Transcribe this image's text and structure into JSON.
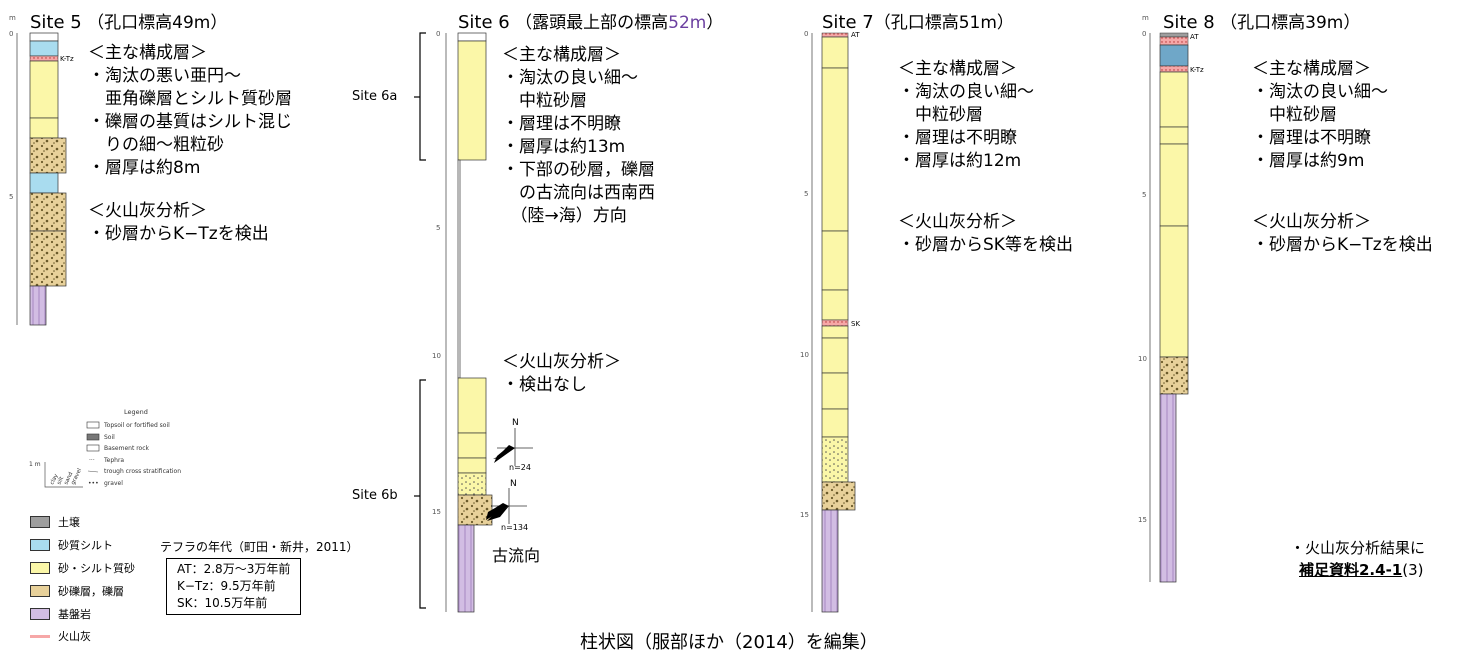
{
  "sites": [
    {
      "id": "site5",
      "name": "Site 5",
      "elevation_note": "（孔口標高49m）",
      "notes": [
        "＜主な構成層＞",
        "・淘汰の悪い亜円～",
        "　亜角礫層とシルト質砂層",
        "・礫層の基質はシルト混じ",
        "　りの細～粗粒砂",
        "・層厚は約8m",
        "",
        "＜火山灰分析＞",
        "・砂層からK−Tzを検出"
      ],
      "tephra_labels": [
        "K-Tz"
      ]
    },
    {
      "id": "site6",
      "name": "Site 6",
      "elevation_prefix": "（露頭最上部の標高",
      "elevation_value": "52m",
      "elevation_suffix": "）",
      "notes": [
        "＜主な構成層＞",
        "・淘汰の良い細～",
        "　中粒砂層",
        "・層理は不明瞭",
        "・層厚は約13m",
        "・下部の砂層，礫層",
        "　の古流向は西南西",
        "　（陸→海）方向"
      ],
      "notes2": [
        "＜火山灰分析＞",
        "・検出なし"
      ],
      "sub_sites": [
        "Site 6a",
        "Site 6b"
      ],
      "rose_labels": [
        "N",
        "n=24",
        "N",
        "n=134"
      ],
      "paleocurrent_label": "古流向"
    },
    {
      "id": "site7",
      "name": "Site 7",
      "elevation_note": "（孔口標高51m）",
      "notes": [
        "＜主な構成層＞",
        "・淘汰の良い細～",
        "　中粒砂層",
        "・層理は不明瞭",
        "・層厚は約12m",
        "",
        "＜火山灰分析＞",
        "・砂層からSK等を検出"
      ],
      "tephra_labels": [
        "AT",
        "SK"
      ]
    },
    {
      "id": "site8",
      "name": "Site 8",
      "elevation_note": "（孔口標高39m）",
      "notes": [
        "＜主な構成層＞",
        "・淘汰の良い細～",
        "　中粒砂層",
        "・層理は不明瞭",
        "・層厚は約9m",
        "",
        "＜火山灰分析＞",
        "・砂層からK−Tzを検出"
      ],
      "tephra_labels": [
        "AT",
        "K-Tz"
      ]
    }
  ],
  "depth_ticks": [
    "0",
    "5",
    "10",
    "15"
  ],
  "depth_unit": "m",
  "legend_small": {
    "title": "Legend",
    "items": [
      "Topsoil or fortified soil",
      "Soil",
      "Basement rock",
      "Tephra",
      "trough cross stratification",
      "gravel"
    ],
    "scale_label": "1 m",
    "grain_labels": [
      "clay",
      "silt",
      "sand",
      "gravel"
    ]
  },
  "legend": [
    {
      "label": "土壌",
      "color": "#9e9e9e"
    },
    {
      "label": "砂質シルト",
      "color": "#a9dcef"
    },
    {
      "label": "砂・シルト質砂",
      "color": "#fbf7a8"
    },
    {
      "label": "砂礫層，礫層",
      "color": "#e8d19a"
    },
    {
      "label": "基盤岩",
      "color": "#d2bde3"
    },
    {
      "label": "火山灰",
      "color": "#f6a7a7"
    }
  ],
  "tephra_ages": {
    "title": "テフラの年代（町田・新井，2011）",
    "items": [
      "AT：2.8万～3万年前",
      "K−Tz：9.5万年前",
      "SK：10.5万年前"
    ]
  },
  "caption": "柱状図（服部ほか（2014）を編集）",
  "footnote": {
    "line1": "・火山灰分析結果に",
    "link": "補足資料2.4-1",
    "suffix": "(3)"
  },
  "colors": {
    "sand": "#fbf7a8",
    "gravel": "#e8d19a",
    "silt": "#a9dcef",
    "bedrock": "#d2bde3",
    "soil": "#9e9e9e",
    "tephra": "#f6a7a7",
    "accent": "#6b3fa0"
  }
}
